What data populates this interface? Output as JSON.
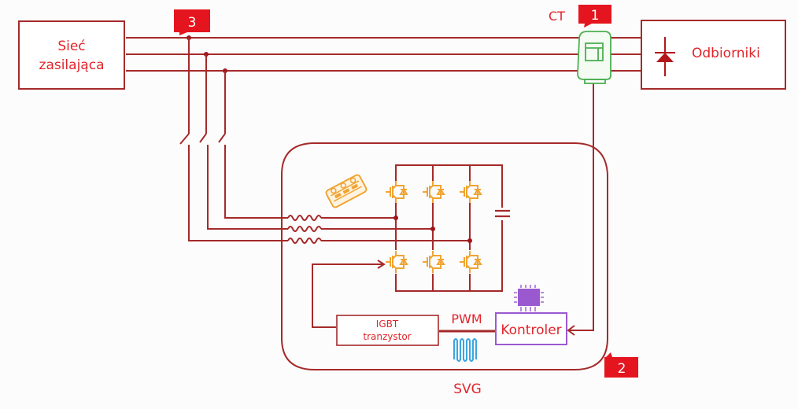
{
  "diagram": {
    "title": "SVG active power filter connection diagram",
    "nodes": {
      "grid": {
        "line1": "Sieć",
        "line2": "zasilająca"
      },
      "load": {
        "label": "Odbiorniki"
      },
      "ct": {
        "label": "CT"
      },
      "igbt_driver": {
        "line1": "IGBT",
        "line2": "tranzystor"
      },
      "controller": {
        "label": "Kontroler"
      },
      "pwm": {
        "label": "PWM"
      },
      "svg_unit": {
        "label": "SVG"
      }
    },
    "badges": [
      {
        "number": "1",
        "refers_to": "CT"
      },
      {
        "number": "2",
        "refers_to": "SVG"
      },
      {
        "number": "3",
        "refers_to": "connection point"
      }
    ],
    "icons": {
      "ct_sensor": "current-transformer-icon",
      "igbt_module": "igbt-module-icon",
      "chip": "microcontroller-chip-icon",
      "reactor": "reactor-coil-icon",
      "diode": "diode-icon",
      "capacitor": "capacitor-icon",
      "switch": "switch-icon"
    },
    "colors": {
      "wire": "#a52a2a",
      "label": "#e0252b",
      "badge": "#e4151e",
      "igbt": "#f0a433",
      "ct": "#4caf50",
      "controller": "#9b59d0",
      "reactor_icon": "#3aa6e0"
    }
  }
}
